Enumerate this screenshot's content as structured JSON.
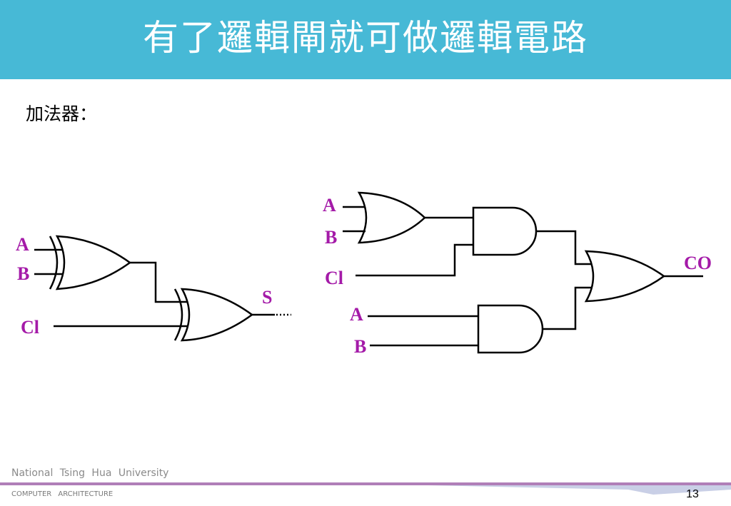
{
  "slide": {
    "title": "有了邏輯閘就可做邏輯電路",
    "subtitle": "加法器：",
    "page_number": "13"
  },
  "footer": {
    "university": "National Tsing Hua University",
    "course": "COMPUTER ARCHITECTURE"
  },
  "sum_circuit": {
    "label_a": "A",
    "label_b": "B",
    "label_ci": "Cl",
    "label_s": "S"
  },
  "carry_circuit": {
    "label_a1": "A",
    "label_b1": "B",
    "label_ci": "Cl",
    "label_a2": "A",
    "label_b2": "B",
    "label_co": "CO"
  },
  "colors": {
    "title_bar": "#47b9d6",
    "label": "#a41aa8",
    "footer_line": "#b07fb8"
  }
}
